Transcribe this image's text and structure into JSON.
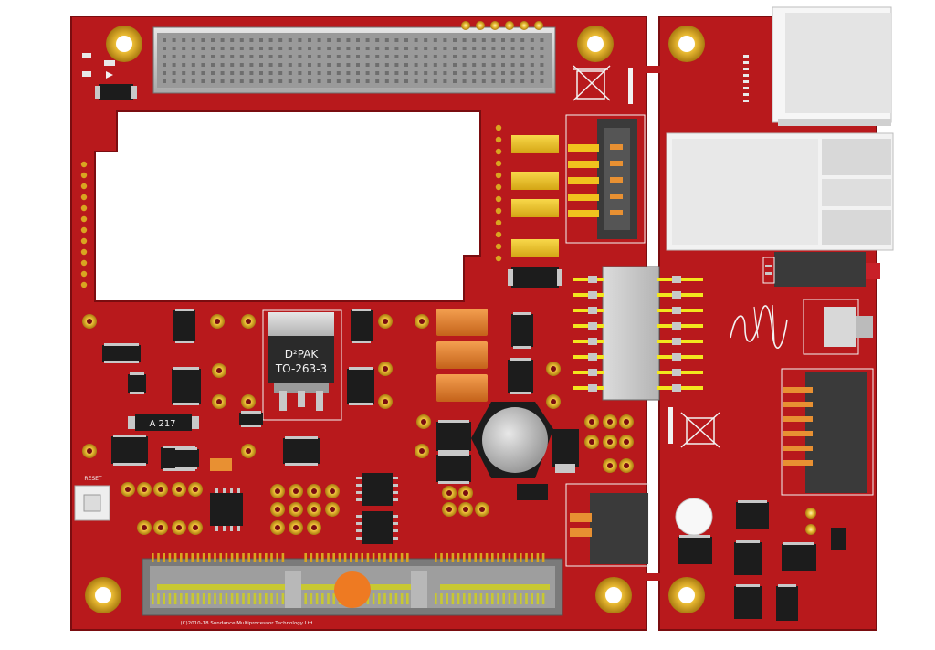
{
  "colors": {
    "pcb": "#b8191c",
    "pcb_dark": "#8f1014",
    "pcb_edge": "#7a0d10",
    "gold": "#d9a520",
    "gold_light": "#f0c74a",
    "silkscreen": "#f2f2f2",
    "metal": "#c8c8c8",
    "metal_dark": "#8c8c8c",
    "ic_black": "#1c1c1c",
    "connector_dark": "#3a3a3a",
    "tantalum": "#f0c21e",
    "orange_cap": "#e07020",
    "background": "#ffffff"
  },
  "labels": {
    "package_title": "D²PAK",
    "package_code": "TO-263-3",
    "regulator_text": "A 217",
    "reset_label": "RESET",
    "copyright": "(C)2010-18 Sundance Multiprocessor Technology Ltd"
  },
  "icons": {
    "weee": "weee-bin-icon",
    "signature": "signature-logo-icon"
  }
}
